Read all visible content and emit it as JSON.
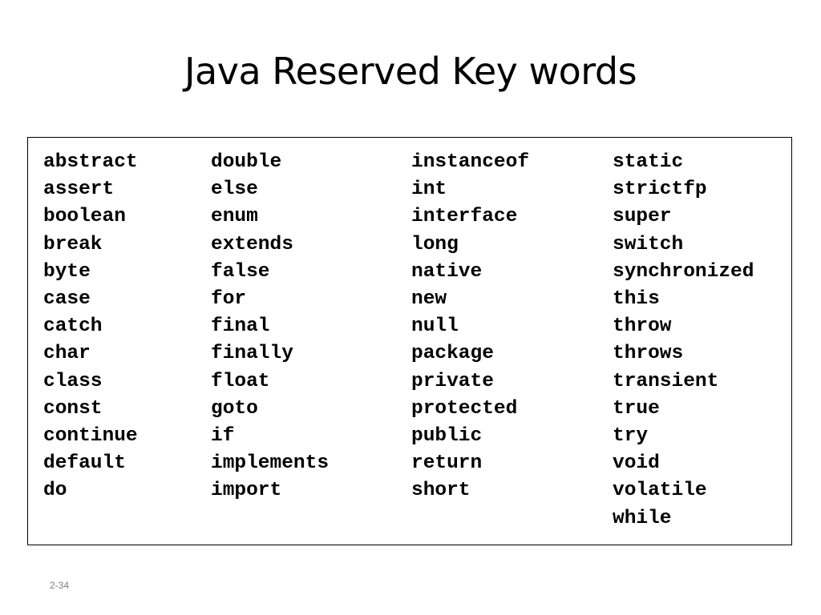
{
  "slide": {
    "title": "Java Reserved Key words",
    "page_number": "2-34"
  },
  "keywords": {
    "columns": [
      [
        "abstract",
        "assert",
        "boolean",
        "break",
        "byte",
        "case",
        "catch",
        "char",
        "class",
        "const",
        "continue",
        "default",
        "do"
      ],
      [
        "double",
        "else",
        "enum",
        "extends",
        "false",
        "for",
        "final",
        "finally",
        "float",
        "goto",
        "if",
        "implements",
        "import"
      ],
      [
        "instanceof",
        "int",
        "interface",
        "long",
        "native",
        "new",
        "null",
        "package",
        "private",
        "protected",
        "public",
        "return",
        "short"
      ],
      [
        "static",
        "strictfp",
        "super",
        "switch",
        "synchronized",
        "this",
        "throw",
        "throws",
        "transient",
        "true",
        "try",
        "void",
        "volatile",
        "while"
      ]
    ]
  }
}
